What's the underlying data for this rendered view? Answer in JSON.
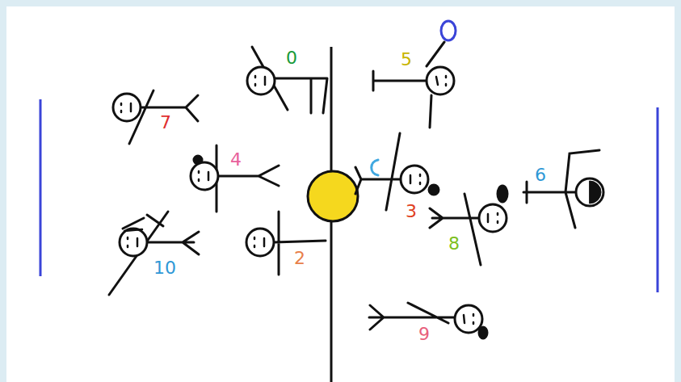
{
  "diagram": {
    "labels": [
      "0",
      "5",
      "7",
      "4",
      "3",
      "2",
      "8",
      "6",
      "10",
      "9"
    ]
  }
}
